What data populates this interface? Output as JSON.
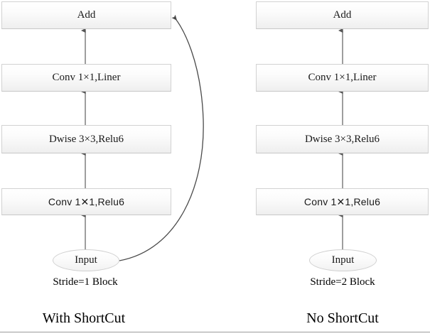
{
  "figure": {
    "bottom_rule": true,
    "edge_color": "#595959",
    "box_fill_top": "#ffffff",
    "box_fill_bottom": "#eeeeee",
    "box_border": "#d2d2d2"
  },
  "left_block": {
    "title": "With ShortCut",
    "stride_label": "Stride=1 Block",
    "has_shortcut": true,
    "nodes": [
      {
        "id": "add",
        "label": "Add"
      },
      {
        "id": "conv2",
        "label": "Conv 1×1,Liner"
      },
      {
        "id": "dwise",
        "label": "Dwise 3×3,Relu6"
      },
      {
        "id": "conv1",
        "label": "Conv 1✕1,Relu6"
      },
      {
        "id": "input",
        "label": "Input"
      }
    ]
  },
  "right_block": {
    "title": "No ShortCut",
    "stride_label": "Stride=2 Block",
    "has_shortcut": false,
    "nodes": [
      {
        "id": "add",
        "label": "Add"
      },
      {
        "id": "conv2",
        "label": "Conv 1×1,Liner"
      },
      {
        "id": "dwise",
        "label": "Dwise 3×3,Relu6"
      },
      {
        "id": "conv1",
        "label": "Conv 1✕1,Relu6"
      },
      {
        "id": "input",
        "label": "Input"
      }
    ]
  }
}
